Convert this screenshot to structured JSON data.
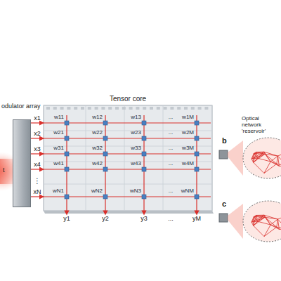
{
  "diagram": {
    "nodes": [
      {
        "text": [
          "odulator array"
        ]
      },
      {
        "text": [
          "Tensor core"
        ]
      }
    ],
    "edges": [
      {
        "from": 0,
        "to": 1,
        "arrow": "to",
        "label": "x1"
      },
      {
        "from": 0,
        "to": 1,
        "arrow": "to",
        "label": "x2"
      },
      {
        "from": 0,
        "to": 1,
        "arrow": "to",
        "label": "x3"
      },
      {
        "from": 0,
        "to": 1,
        "arrow": "to",
        "label": "x4"
      },
      {
        "from": 0,
        "to": 1,
        "arrow": "to",
        "label": "xN"
      }
    ],
    "labels": [
      "t",
      "b",
      "Optical network 'reservoir'",
      "c",
      "w11",
      "w12",
      "w13",
      "...",
      "w1M",
      "w21",
      "w22",
      "w23",
      "...",
      "w2M",
      "w31",
      "w32",
      "w33",
      "...",
      "w3M",
      "w41",
      "w42",
      "w43",
      "...",
      "w4M",
      "⋮",
      "wN1",
      "wN2",
      "wN3",
      "...",
      "wNM",
      "y1",
      "y2",
      "y3",
      "...",
      "yM"
    ]
  }
}
